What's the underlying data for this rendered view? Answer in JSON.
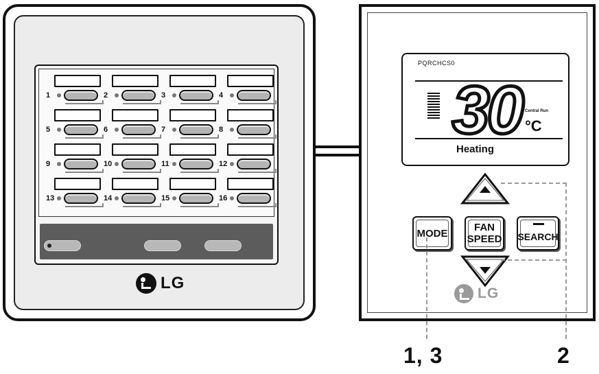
{
  "central_controller": {
    "zones": [
      {
        "number": "1"
      },
      {
        "number": "2"
      },
      {
        "number": "3"
      },
      {
        "number": "4"
      },
      {
        "number": "5"
      },
      {
        "number": "6"
      },
      {
        "number": "7"
      },
      {
        "number": "8"
      },
      {
        "number": "9"
      },
      {
        "number": "10"
      },
      {
        "number": "11"
      },
      {
        "number": "12"
      },
      {
        "number": "13"
      },
      {
        "number": "14"
      },
      {
        "number": "15"
      },
      {
        "number": "16"
      }
    ],
    "logo_text": "LG"
  },
  "simple_controller": {
    "display": {
      "model": "PQRCHCS0",
      "temperature": "30",
      "unit": "°C",
      "indicator": "Central Run",
      "mode": "Heating"
    },
    "buttons": {
      "mode": "MODE",
      "fan_line1": "FAN",
      "fan_line2": "SPEED",
      "search": "SEARCH"
    },
    "logo_text": "LG"
  },
  "callouts": {
    "left": "1, 3",
    "right": "2"
  }
}
